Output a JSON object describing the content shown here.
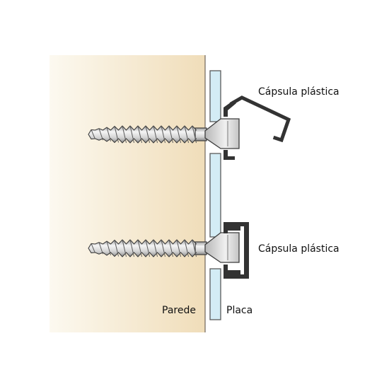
{
  "labels": {
    "capsule_top": "Cápsula plástica",
    "capsule_bottom": "Cápsula plástica",
    "wall": "Parede",
    "plate": "Placa"
  },
  "colors": {
    "wall_light": "#fcf9f0",
    "wall_dark": "#f0ddb9",
    "wall_edge": "#6e655a",
    "glass_fill": "#d3ecf5",
    "glass_stroke": "#5a5a5a",
    "capsule": "#333333",
    "screw_light": "#f2f2f2",
    "screw_mid": "#c8c8c8",
    "screw_dark": "#8a8a8a",
    "outline": "#3c3c3c"
  }
}
